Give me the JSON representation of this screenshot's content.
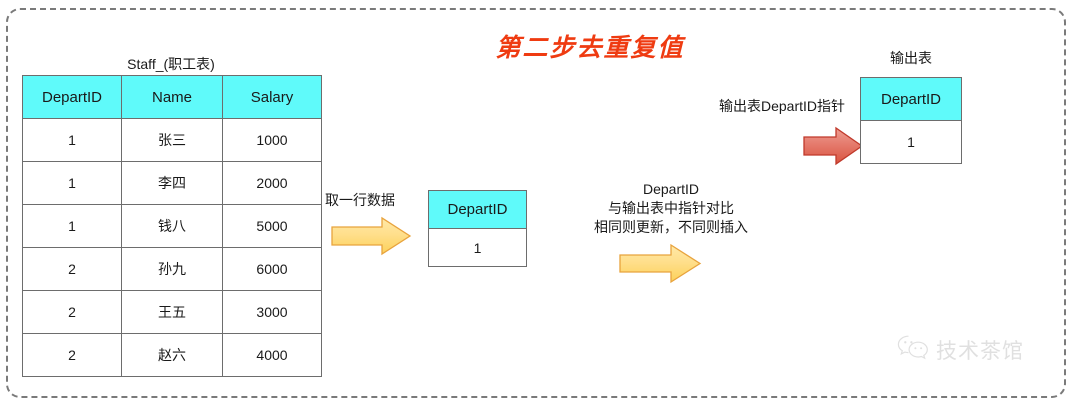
{
  "title": "第二步去重复值",
  "accent_colors": {
    "title_red": "#ef3b11",
    "header_cyan": "#5ffafa",
    "arrow_yellow": "#ffd966",
    "arrow_yellow_border": "#e8a33d",
    "arrow_red": "#e0685c",
    "arrow_red_border": "#c0392b",
    "frame_dash": "#7a7a7a",
    "grid_line": "#6d6d6d"
  },
  "staff_table": {
    "caption": "Staff_(职工表)",
    "columns": [
      "DepartID",
      "Name",
      "Salary"
    ],
    "rows": [
      [
        "1",
        "张三",
        "1000"
      ],
      [
        "1",
        "李四",
        "2000"
      ],
      [
        "1",
        "钱八",
        "5000"
      ],
      [
        "2",
        "孙九",
        "6000"
      ],
      [
        "2",
        "王五",
        "3000"
      ],
      [
        "2",
        "赵六",
        "4000"
      ]
    ]
  },
  "mid_table": {
    "columns": [
      "DepartID"
    ],
    "rows": [
      [
        "1"
      ]
    ]
  },
  "output_table": {
    "caption": "输出表",
    "columns": [
      "DepartID"
    ],
    "rows": [
      [
        "1"
      ]
    ]
  },
  "labels": {
    "take_row": "取一行数据",
    "compare_line1": "DepartID",
    "compare_line2": "与输出表中指针对比",
    "compare_line3": "相同则更新，不同则插入",
    "pointer": "输出表DepartID指针"
  },
  "watermark": {
    "icon": "wechat-icon",
    "text": "技术茶馆"
  }
}
